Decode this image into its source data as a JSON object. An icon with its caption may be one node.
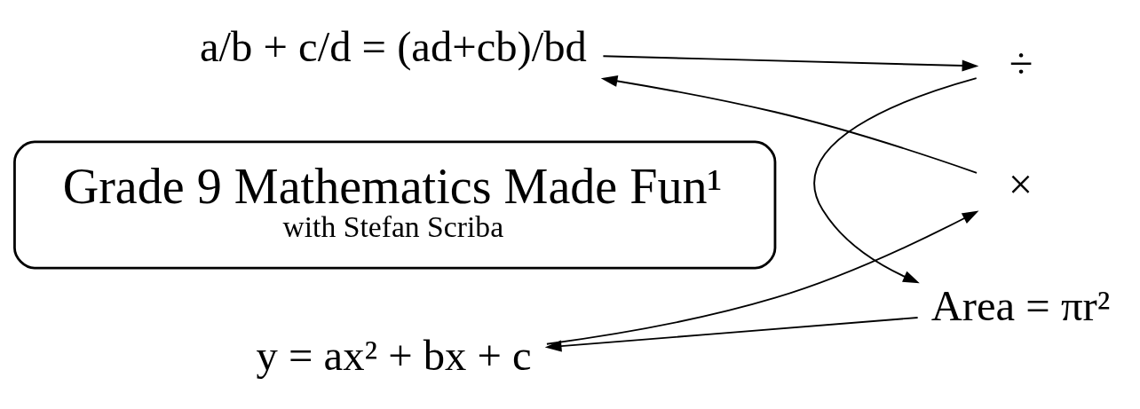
{
  "diagram": {
    "nodes": [
      {
        "text": [
          "Grade 9 Mathematics Made Fun¹",
          "with Stefan Scriba"
        ]
      },
      {
        "text": [
          "a/b + c/d = (ad+cb)/bd"
        ]
      },
      {
        "text": [
          "÷"
        ]
      },
      {
        "text": [
          "Area = πr²"
        ]
      },
      {
        "text": [
          "y = ax² + bx + c"
        ]
      },
      {
        "text": [
          "×"
        ]
      }
    ],
    "edges": [
      {
        "from": 1,
        "to": 2,
        "arrow": "to"
      },
      {
        "from": 2,
        "to": 3,
        "arrow": "to"
      },
      {
        "from": 3,
        "to": 4,
        "arrow": "to"
      },
      {
        "from": 4,
        "to": 5,
        "arrow": "to"
      },
      {
        "from": 5,
        "to": 1,
        "arrow": "to"
      }
    ]
  }
}
